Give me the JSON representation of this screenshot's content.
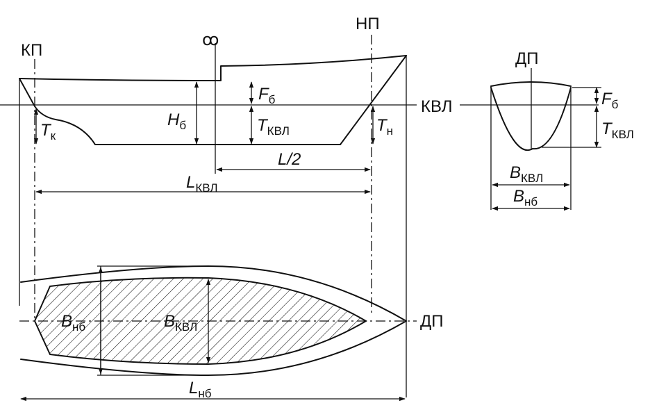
{
  "labels": {
    "kp": "КП",
    "np": "НП",
    "dp_top": "ДП",
    "dp_plan": "ДП",
    "kvl": "КВЛ",
    "midship_symbol": "ꝏ"
  },
  "dimensions": {
    "t_k": {
      "main": "T",
      "sub": "к"
    },
    "h_b": {
      "main": "H",
      "sub": "б"
    },
    "f_b": {
      "main": "F",
      "sub": "б"
    },
    "t_kvl": {
      "main": "T",
      "sub": "КВЛ"
    },
    "t_n": {
      "main": "T",
      "sub": "н"
    },
    "half_l": {
      "main": "L/2"
    },
    "l_kvl": {
      "main": "L",
      "sub": "КВЛ"
    },
    "l_nb": {
      "main": "L",
      "sub": "нб"
    },
    "b_nb_plan": {
      "main": "B",
      "sub": "нб"
    },
    "b_kvl_plan": {
      "main": "B",
      "sub": "КВЛ"
    },
    "f_b_sec": {
      "main": "F",
      "sub": "б"
    },
    "t_kvl_sec": {
      "main": "T",
      "sub": "КВЛ"
    },
    "b_kvl_sec": {
      "main": "B",
      "sub": "КВЛ"
    },
    "b_nb_sec": {
      "main": "B",
      "sub": "нб"
    }
  }
}
